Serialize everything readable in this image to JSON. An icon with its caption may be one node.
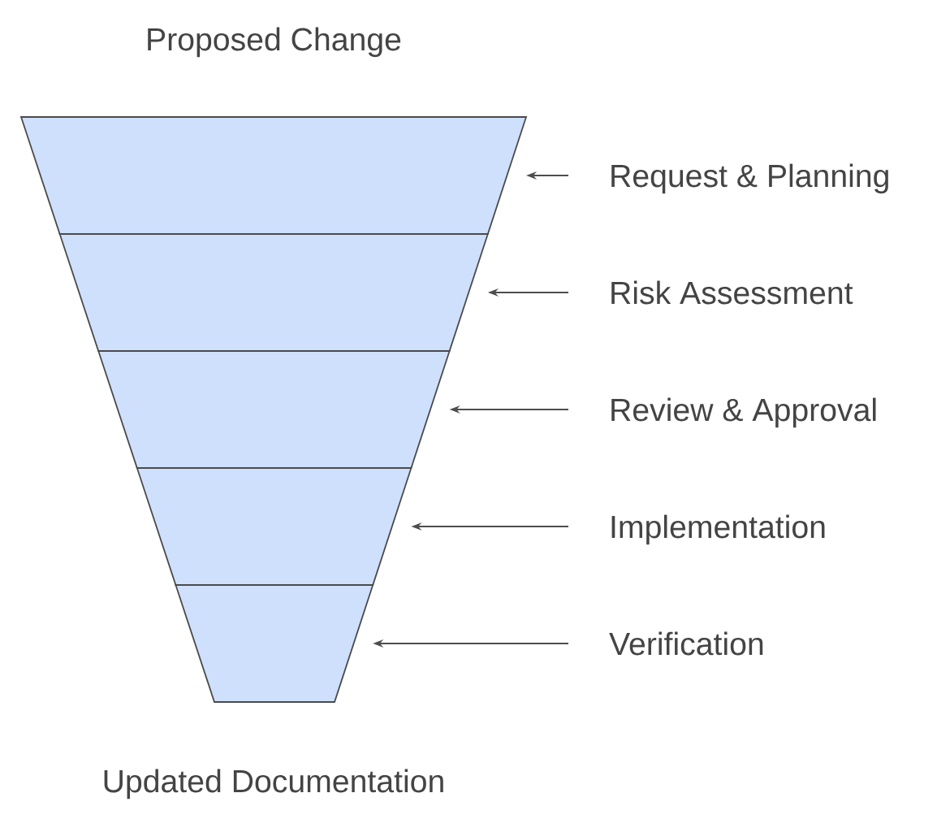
{
  "diagram": {
    "nodes": [
      {
        "text": [],
        "shape": "trapezoid"
      },
      {
        "text": [],
        "shape": "trapezoid"
      },
      {
        "text": [],
        "shape": "trapezoid"
      },
      {
        "text": [],
        "shape": "trapezoid"
      },
      {
        "text": [],
        "shape": "trapezoid"
      },
      {
        "text": [
          "Request & Planning"
        ]
      },
      {
        "text": [
          "Risk Assessment"
        ]
      },
      {
        "text": [
          "Review & Approval"
        ]
      },
      {
        "text": [
          "Implementation"
        ]
      },
      {
        "text": [
          "Verification"
        ]
      }
    ],
    "edges": [
      {
        "from": 5,
        "to": 0,
        "arrow": "to"
      },
      {
        "from": 6,
        "to": 1,
        "arrow": "to"
      },
      {
        "from": 7,
        "to": 2,
        "arrow": "to"
      },
      {
        "from": 8,
        "to": 3,
        "arrow": "to"
      },
      {
        "from": 9,
        "to": 4,
        "arrow": "to"
      }
    ],
    "labels": [
      "Proposed Change",
      "Updated Documentation"
    ]
  }
}
